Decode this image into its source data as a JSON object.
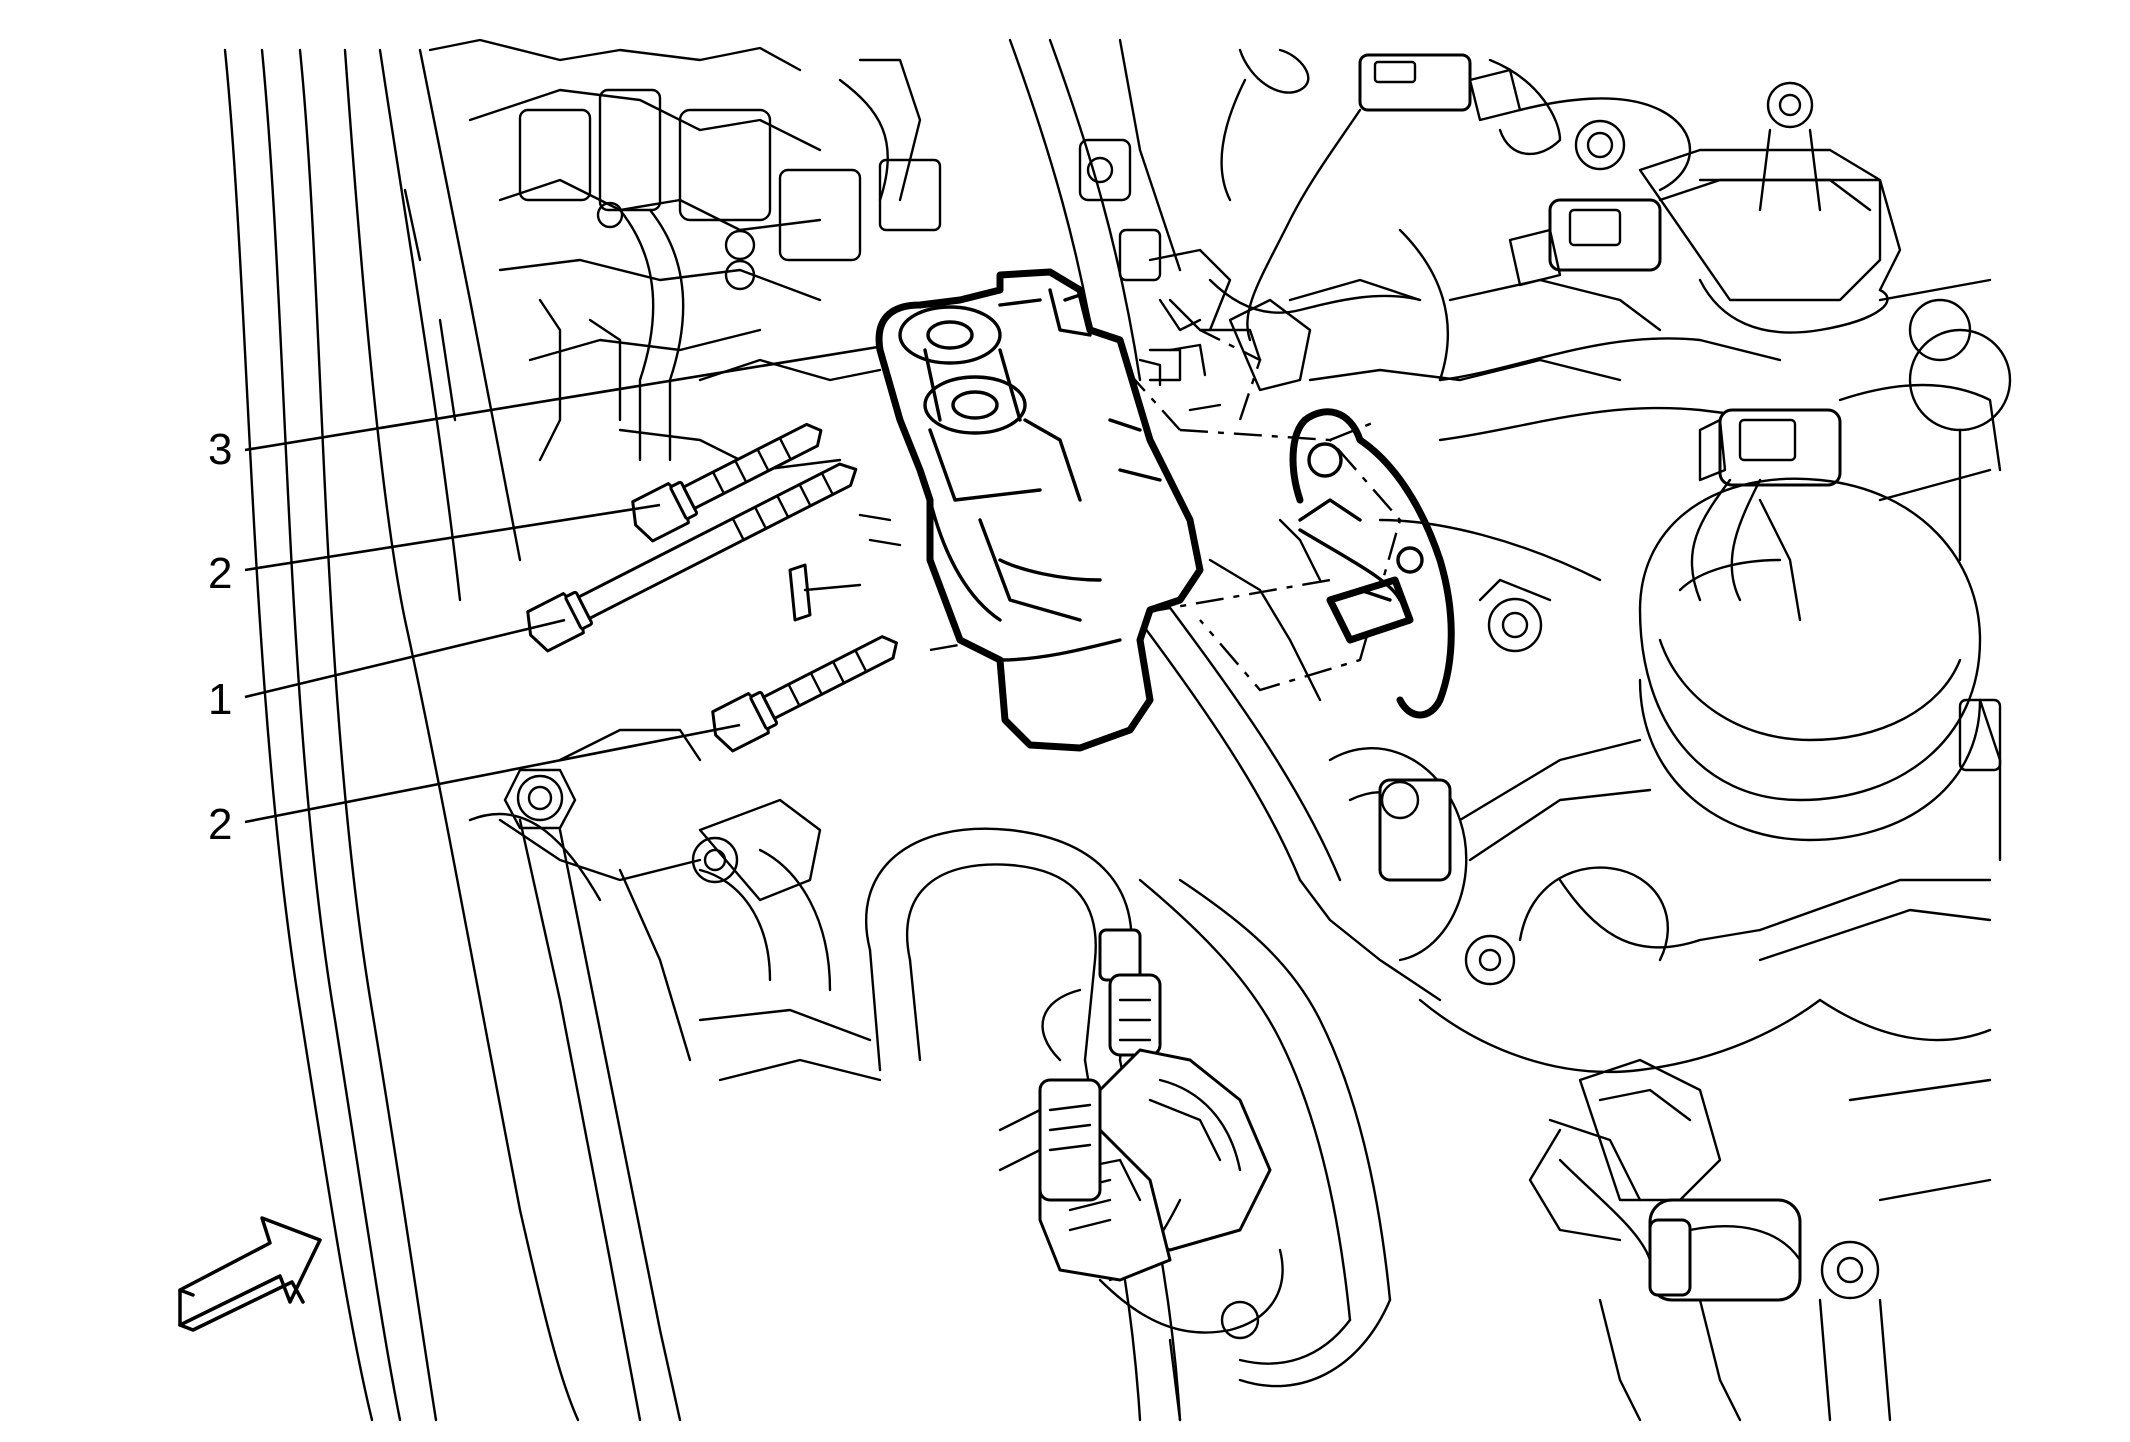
{
  "callouts": [
    {
      "id": "callout-3",
      "label": "3"
    },
    {
      "id": "callout-2-upper",
      "label": "2"
    },
    {
      "id": "callout-1",
      "label": "1"
    },
    {
      "id": "callout-2-lower",
      "label": "2"
    }
  ],
  "icons": {
    "direction_arrow": "front-direction-arrow-icon"
  },
  "colors": {
    "line": "#000000",
    "background": "#ffffff"
  }
}
